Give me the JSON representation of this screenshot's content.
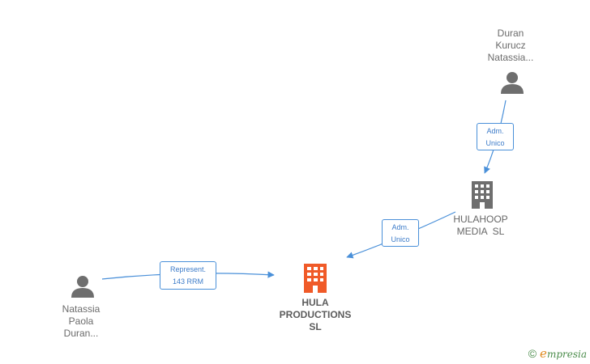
{
  "nodes": {
    "duran_kurucz": {
      "lines": [
        "Duran",
        "Kurucz",
        "Natassia..."
      ],
      "type": "person"
    },
    "hulahoop": {
      "lines": [
        "HULAHOOP",
        "MEDIA  SL"
      ],
      "type": "company"
    },
    "hula": {
      "lines": [
        "HULA",
        "PRODUCTIONS",
        "SL"
      ],
      "type": "company-main"
    },
    "natassia": {
      "lines": [
        "Natassia",
        "Paola",
        "Duran..."
      ],
      "type": "person"
    }
  },
  "edges": {
    "duran_to_hulahoop": {
      "lines": [
        "Adm.",
        "Unico"
      ]
    },
    "hulahoop_to_hula": {
      "lines": [
        "Adm.",
        "Unico"
      ]
    },
    "natassia_to_hula": {
      "lines": [
        "Represent.",
        "143 RRM"
      ]
    }
  },
  "footer": {
    "copyright": "©",
    "brand_first": "e",
    "brand_rest": "mpresia"
  },
  "colors": {
    "edge": "#4a90d9",
    "person_icon": "#6e6e6e",
    "company_icon": "#6e6e6e",
    "main_company_icon": "#f05a28"
  },
  "icons": {
    "person": "person-icon",
    "company": "building-icon"
  }
}
